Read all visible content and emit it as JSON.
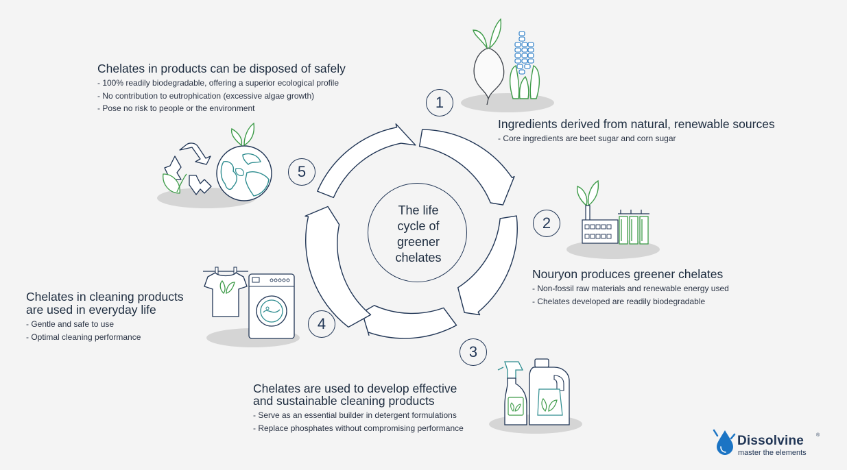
{
  "center": {
    "line1": "The  life",
    "line2": "cycle of",
    "line3": "greener",
    "line4": "chelates"
  },
  "stages": [
    {
      "number": "1",
      "title": "Ingredients derived from natural, renewable sources",
      "bullets": [
        "- Core ingredients are beet sugar and corn sugar"
      ]
    },
    {
      "number": "2",
      "title": "Nouryon produces greener chelates",
      "bullets": [
        "- Non-fossil raw materials and renewable energy used",
        "- Chelates developed are readily biodegradable"
      ]
    },
    {
      "number": "3",
      "title_line1": "Chelates are used to develop effective",
      "title_line2": "and sustainable cleaning products",
      "bullets": [
        "- Serve as an essential builder in detergent formulations",
        "- Replace phosphates without compromising performance"
      ]
    },
    {
      "number": "4",
      "title_line1": "Chelates in cleaning products",
      "title_line2": "are used in everyday life",
      "bullets": [
        "- Gentle and safe to use",
        "- Optimal cleaning performance"
      ]
    },
    {
      "number": "5",
      "title": "Chelates in products can be disposed of safely",
      "bullets": [
        "- 100% readily biodegradable, offering a superior ecological profile",
        "- No contribution to eutrophication (excessive algae growth)",
        "- Pose no risk to people or the environment"
      ]
    }
  ],
  "icons": [
    "beet-icon",
    "corn-icon",
    "factory-icon",
    "spray-bottle-icon",
    "detergent-jug-icon",
    "t-shirt-icon",
    "washing-machine-icon",
    "recycle-icon",
    "globe-icon"
  ],
  "logo": {
    "name": "Dissolvine",
    "registered": "®",
    "tagline": "master the elements"
  },
  "colors": {
    "navy": "#1f3454",
    "green": "#3d9b48",
    "teal": "#2d8c8f",
    "blue": "#1b74c4",
    "shadow": "#d5d5d5",
    "background": "#f4f4f4"
  }
}
